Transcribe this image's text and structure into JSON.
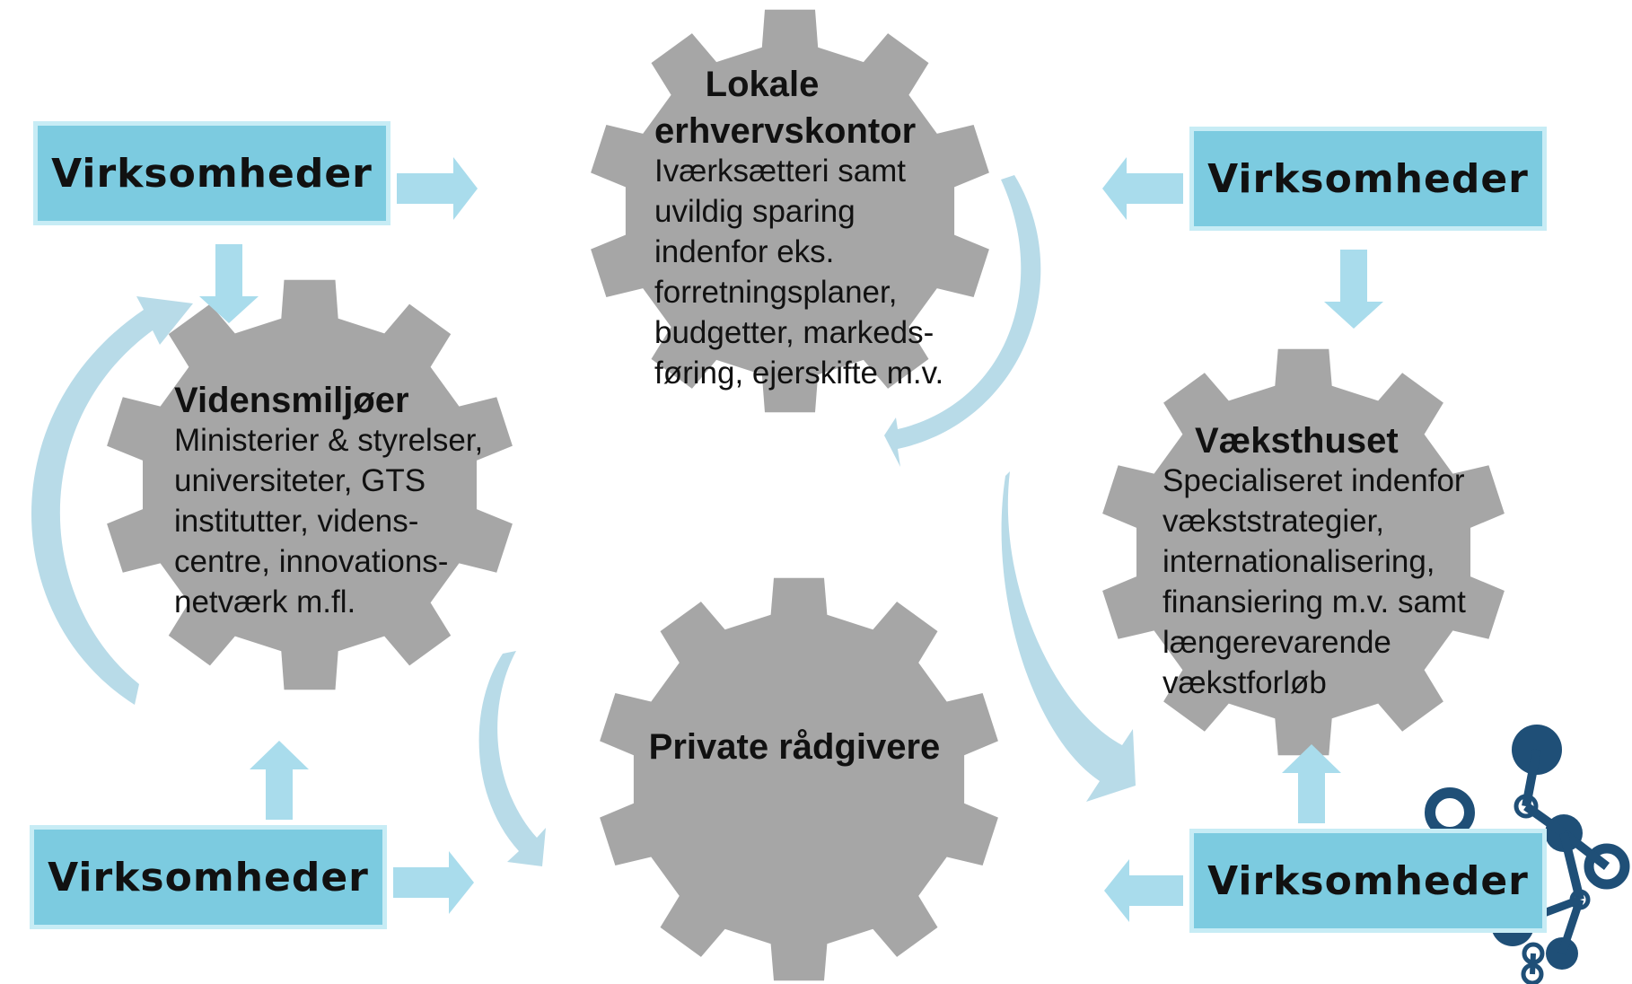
{
  "colors": {
    "box_fill": "#7ccbe0",
    "box_border": "#c7ecf5",
    "gear_fill": "#a6a6a6",
    "arrow_fill": "#a9dcec",
    "curve_fill": "#b8dbe8",
    "logo_fill": "#1f4f77"
  },
  "boxes": {
    "top_left": "Virksomheder",
    "top_right": "Virksomheder",
    "bottom_left": "Virksomheder",
    "bottom_right": "Virksomheder"
  },
  "gears": {
    "lokale": {
      "title": "Lokale\nerhvervskontor",
      "body": "Iværksætteri samt\nuvildig sparing\nindenfor eks.\nforretningsplaner,\nbudgetter, markeds-\nføring, ejerskifte m.v."
    },
    "videns": {
      "title": "Vidensmiljøer",
      "body": "Ministerier & styrelser,\nuniversiteter, GTS\ninstitutter, videns-\ncentre, innovations-\nnetværk m.fl."
    },
    "vaekst": {
      "title": "Væksthuset",
      "body": "Specialiseret indenfor\nvækststrategier,\ninternationalisering,\nfinansiering m.v. samt\nlængerevarende\nvækstforløb"
    },
    "private": {
      "title": "Private rådgivere"
    }
  },
  "icons": {
    "logo": "molecule-logo-icon",
    "arrows": "block-arrow-icon",
    "curves": "curved-arrow-icon"
  }
}
